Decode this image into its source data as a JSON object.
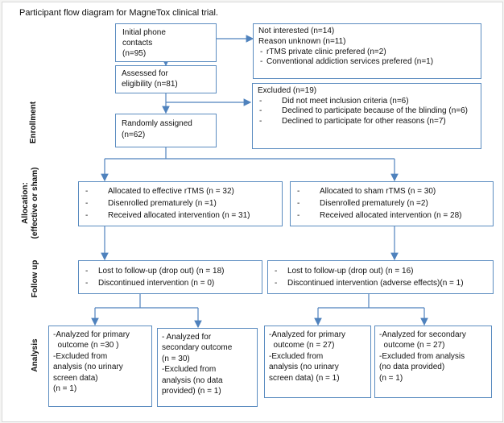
{
  "title": "Participant flow diagram for  MagneTox clinical trial.",
  "stage_labels": {
    "enrollment": "Enrollment",
    "allocation": [
      "Allocation:",
      "(effective or sham)"
    ],
    "follow_up": "Follow up",
    "analysis": "Analysis"
  },
  "initial_contacts": [
    "Initial phone",
    "contacts",
    "(n=95)"
  ],
  "not_interested": {
    "lines": [
      "Not interested  (n=14)",
      "Reason unknown  (n=11)"
    ],
    "items": [
      "rTMS private clinic prefered (n=2)",
      "Conventional addiction services prefered (n=1)"
    ]
  },
  "assessed": [
    "Assessed for",
    "eligibility (n=81)"
  ],
  "excluded": {
    "header": "Excluded (n=19)",
    "items": [
      "Did not meet inclusion criteria (n=6)",
      "Declined to participate because of the blinding (n=6)",
      "Declined to participate for other reasons (n=7)"
    ]
  },
  "randomly_assigned": [
    "Randomly assigned",
    "(n=62)"
  ],
  "allocation_effective": [
    "Allocated to effective rTMS (n = 32)",
    "Disenrolled prematurely           (n =1)",
    "Received allocated intervention (n = 31)"
  ],
  "allocation_sham": [
    "Allocated to sham rTMS (n = 30)",
    "Disenrolled prematurely            (n =2)",
    "Received allocated intervention (n = 28)"
  ],
  "followup_effective": [
    "Lost to follow-up (drop out) (n = 18)",
    "Discontinued intervention (n = 0)"
  ],
  "followup_sham": [
    "Lost to follow-up (drop out) (n = 16)",
    "Discontinued intervention (adverse effects)(n = 1)"
  ],
  "analysis_boxes": [
    [
      "-Analyzed for primary",
      "  outcome (n =30 )",
      "-Excluded from",
      "analysis (no urinary",
      "screen data)",
      "(n = 1)"
    ],
    [
      "- Analyzed for",
      "secondary outcome",
      "(n = 30)",
      "-Excluded from",
      "analysis (no data",
      "provided) (n = 1)"
    ],
    [
      "-Analyzed for primary",
      "  outcome (n = 27)",
      "-Excluded from",
      "analysis (no urinary",
      "screen data) (n = 1)"
    ],
    [
      "-Analyzed for secondary",
      "  outcome (n = 27)",
      "-Excluded from analysis",
      "(no data provided)",
      "(n = 1)"
    ]
  ],
  "colors": {
    "border": "#5b8cc0",
    "arrow": "#4f82bd"
  }
}
